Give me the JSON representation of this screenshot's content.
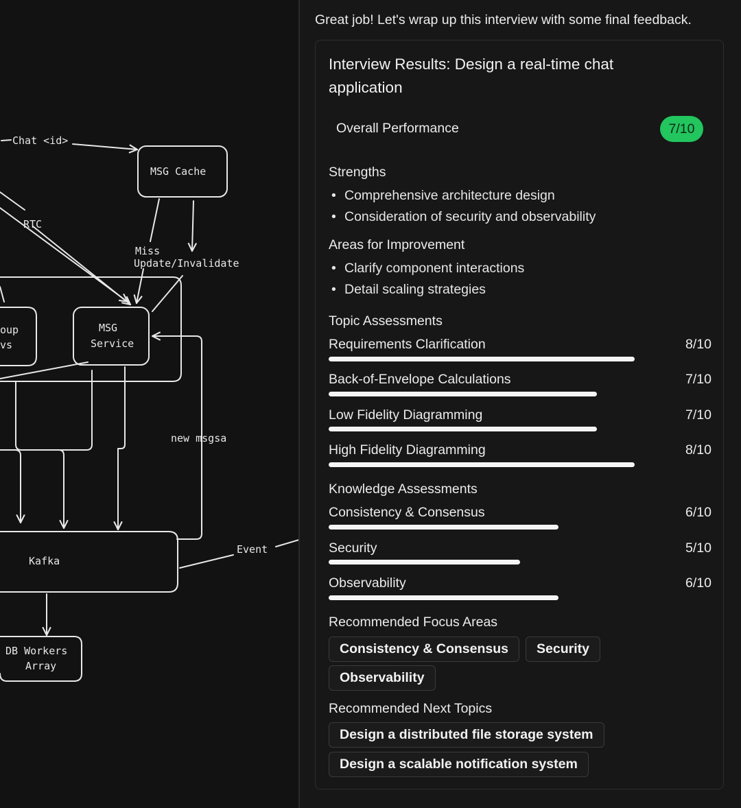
{
  "canvas": {
    "labels": {
      "chat_id": "Chat <id>",
      "msg_cache": "MSG Cache",
      "rtc": "RTC",
      "miss": "Miss",
      "update_invalidate": "Update/Invalidate",
      "msg_service_line1": "MSG",
      "msg_service_line2": "Service",
      "group_line1": "oup",
      "group_line2": "vs",
      "new_msgsa": "new msgsa",
      "event": "Event",
      "kafka": "Kafka",
      "db_workers_line1": "DB Workers",
      "db_workers_line2": "Array"
    }
  },
  "chat": {
    "intro": "Great job! Let's wrap up this interview with some final feedback."
  },
  "results": {
    "title": "Interview Results: Design a real-time chat application",
    "overall": {
      "label": "Overall Performance",
      "score": "7/10",
      "color": "#22c55e"
    },
    "strengths_heading": "Strengths",
    "strengths": [
      "Comprehensive architecture design",
      "Consideration of security and observability"
    ],
    "improvements_heading": "Areas for Improvement",
    "improvements": [
      "Clarify component interactions",
      "Detail scaling strategies"
    ],
    "topic_heading": "Topic Assessments",
    "topics": [
      {
        "label": "Requirements Clarification",
        "score": "8/10",
        "value": 0.8
      },
      {
        "label": "Back-of-Envelope Calculations",
        "score": "7/10",
        "value": 0.7
      },
      {
        "label": "Low Fidelity Diagramming",
        "score": "7/10",
        "value": 0.7
      },
      {
        "label": "High Fidelity Diagramming",
        "score": "8/10",
        "value": 0.8
      }
    ],
    "knowledge_heading": "Knowledge Assessments",
    "knowledge": [
      {
        "label": "Consistency & Consensus",
        "score": "6/10",
        "value": 0.6
      },
      {
        "label": "Security",
        "score": "5/10",
        "value": 0.5
      },
      {
        "label": "Observability",
        "score": "6/10",
        "value": 0.6
      }
    ],
    "focus_heading": "Recommended Focus Areas",
    "focus_areas": [
      "Consistency & Consensus",
      "Security",
      "Observability"
    ],
    "next_heading": "Recommended Next Topics",
    "next_topics": [
      "Design a distributed file storage system",
      "Design a scalable notification system"
    ]
  }
}
